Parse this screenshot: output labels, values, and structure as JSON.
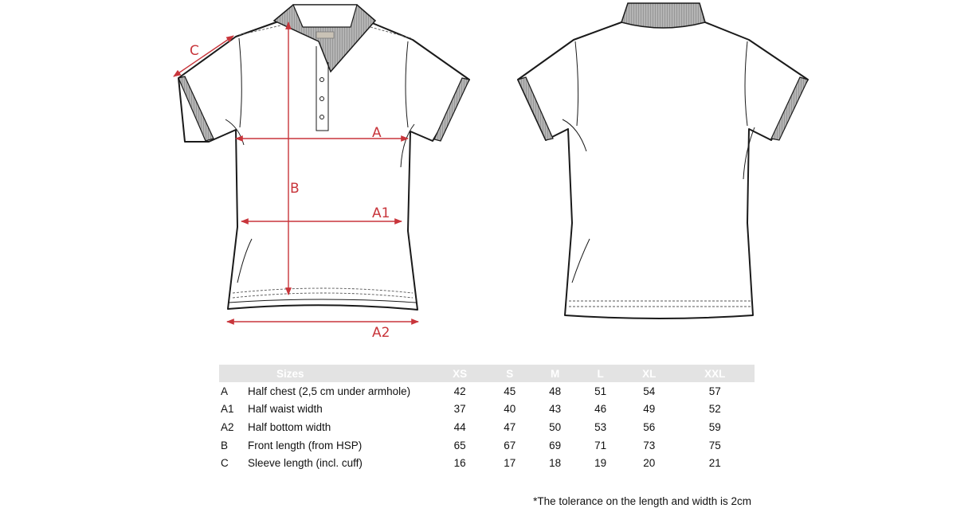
{
  "measurements": {
    "a": "A",
    "a1": "A1",
    "a2": "A2",
    "b": "B",
    "c": "C"
  },
  "table": {
    "headers": [
      "",
      "Sizes",
      "XS",
      "S",
      "M",
      "L",
      "XL",
      "XXL"
    ],
    "rows": [
      {
        "code": "A",
        "name": "Half chest (2,5 cm under armhole)",
        "values": [
          "42",
          "45",
          "48",
          "51",
          "54",
          "57"
        ]
      },
      {
        "code": "A1",
        "name": "Half waist width",
        "values": [
          "37",
          "40",
          "43",
          "46",
          "49",
          "52"
        ]
      },
      {
        "code": "A2",
        "name": "Half bottom width",
        "values": [
          "44",
          "47",
          "50",
          "53",
          "56",
          "59"
        ]
      },
      {
        "code": "B",
        "name": "Front length (from HSP)",
        "values": [
          "65",
          "67",
          "69",
          "71",
          "73",
          "75"
        ]
      },
      {
        "code": "C",
        "name": "Sleeve length (incl. cuff)",
        "values": [
          "16",
          "17",
          "18",
          "19",
          "20",
          "21"
        ]
      }
    ]
  },
  "footnote": "*The tolerance on the length and width is 2cm",
  "colors": {
    "measure_red": "#c8353b",
    "header_gray": "#e3e3e3",
    "collar_gray": "#a8a8a8"
  }
}
